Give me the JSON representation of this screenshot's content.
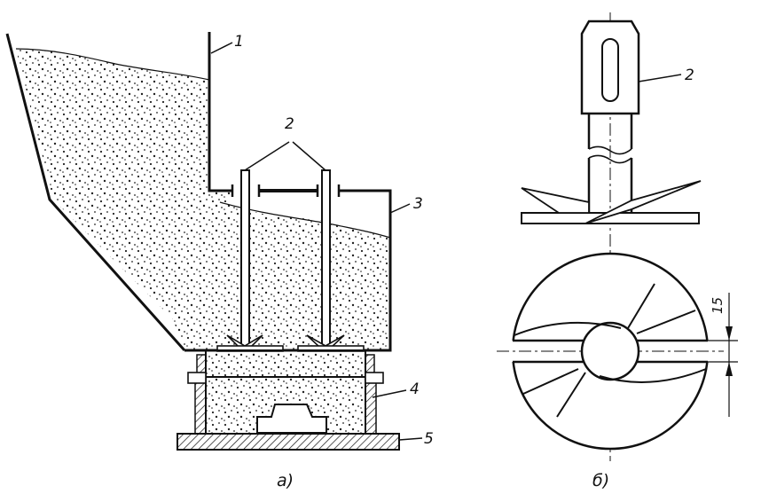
{
  "labels": {
    "hopper": "1",
    "agitator": "2",
    "box": "3",
    "flask": "4",
    "plate": "5",
    "agitator_detail": "2"
  },
  "captions": {
    "left": "а)",
    "right": "б)"
  },
  "dimension": {
    "gap": "15"
  }
}
